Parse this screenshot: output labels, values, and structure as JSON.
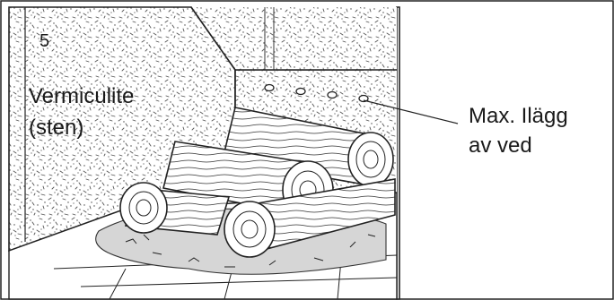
{
  "figure": {
    "number": "5",
    "material_label_line1": "Vermiculite",
    "material_label_line2": "(sten)",
    "callout_line1": "Max. Ilägg",
    "callout_line2": "av ved"
  }
}
